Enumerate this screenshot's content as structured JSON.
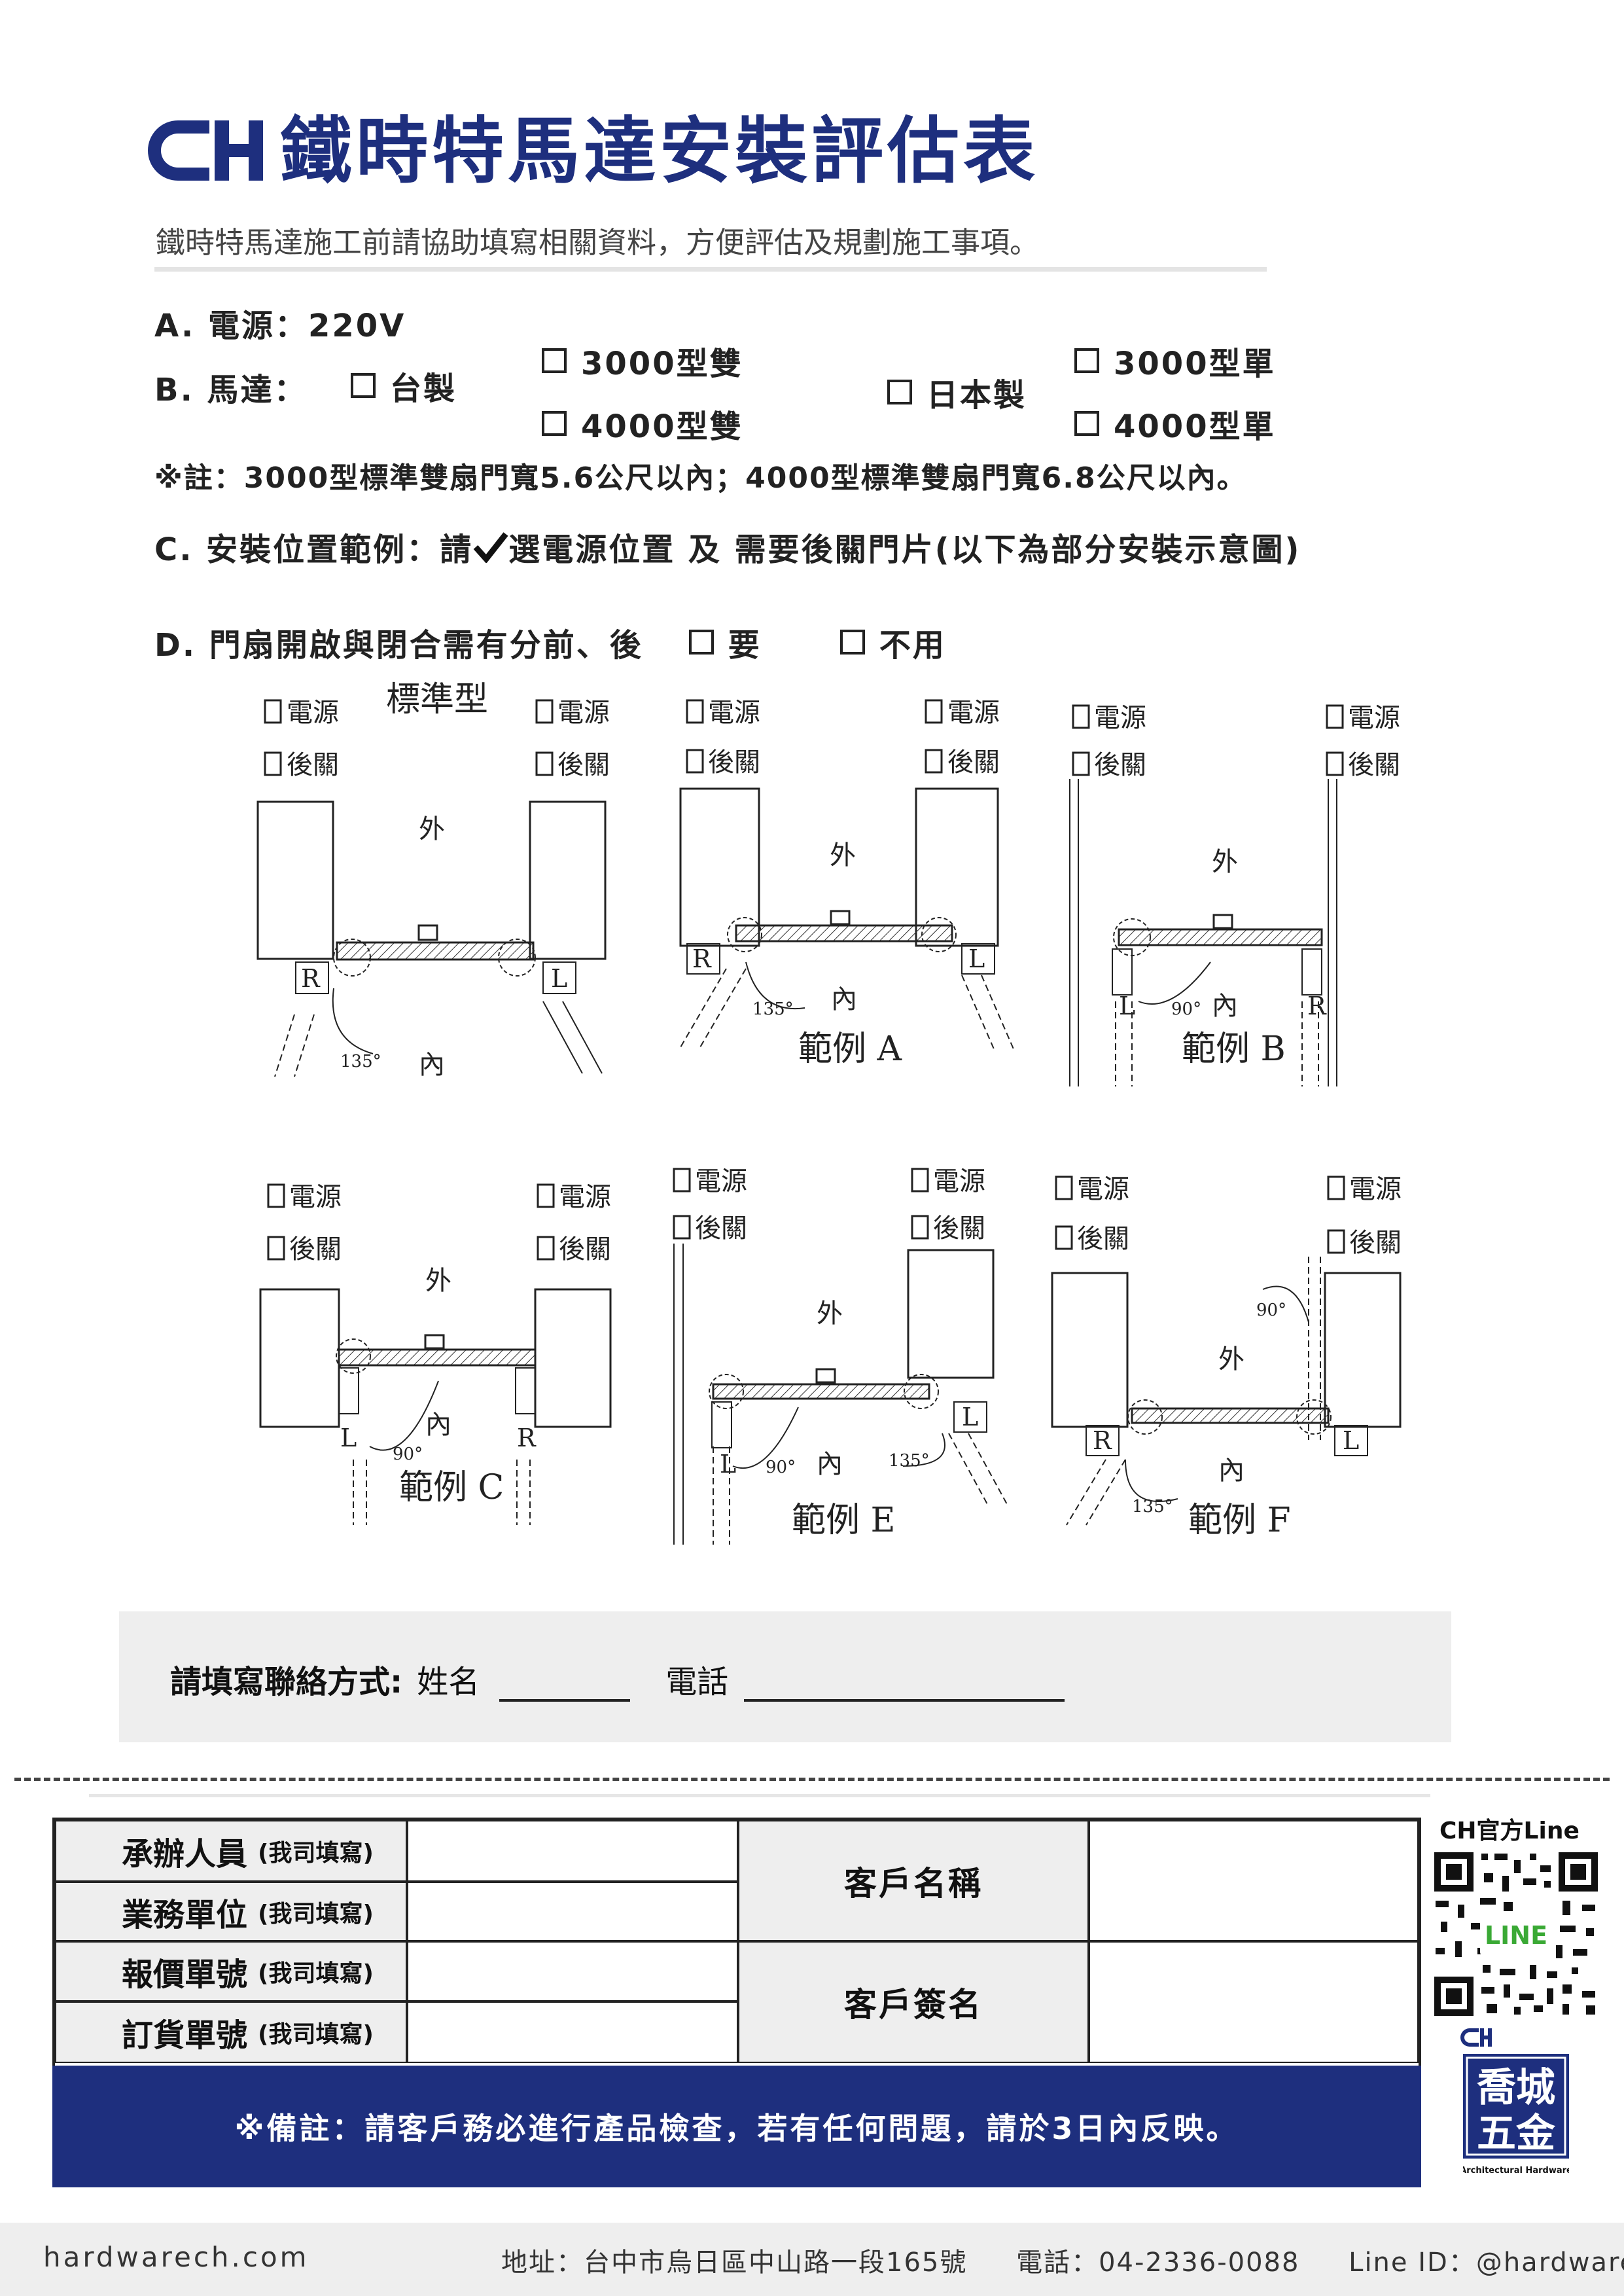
{
  "header": {
    "logo_text": "CH",
    "title": "鐵時特馬達安裝評估表",
    "subtitle": "鐵時特馬達施工前請協助填寫相關資料，方便評估及規劃施工事項。"
  },
  "form": {
    "power": "A. 電源：220V",
    "motor_label": "B. 馬達：",
    "opt_taiwan": "台製",
    "opt_3000_double": "3000型雙",
    "opt_4000_double": "4000型雙",
    "opt_japan": "日本製",
    "opt_3000_single": "3000型單",
    "opt_4000_single": "4000型單",
    "note": "※註：3000型標準雙扇門寬5.6公尺以內；4000型標準雙扇門寬6.8公尺以內。",
    "section_c_a": "C. 安裝位置範例：請",
    "section_c_b": "選電源位置 及 需要後關門片(以下為部分安裝示意圖)",
    "section_d": "D. 門扇開啟與閉合需有分前、後",
    "opt_yes": "要",
    "opt_no": "不用"
  },
  "diagrams": {
    "power": "電源",
    "rear_close": "後關",
    "outside": "外",
    "inside": "內",
    "standard": "標準型",
    "ex_a": "範例 A",
    "ex_b": "範例 B",
    "ex_c": "範例 C",
    "ex_e": "範例 E",
    "ex_f": "範例 F",
    "angle135": "135°",
    "angle90": "90°",
    "r": "R",
    "l": "L"
  },
  "contact": {
    "label": "請填寫聯絡方式:",
    "name": "姓名",
    "phone": "電話"
  },
  "table": {
    "rows": [
      {
        "label": "承辦人員",
        "note": "(我司填寫)"
      },
      {
        "label": "業務單位",
        "note": "(我司填寫)"
      },
      {
        "label": "報價單號",
        "note": "(我司填寫)"
      },
      {
        "label": "訂貨單號",
        "note": "(我司填寫)"
      }
    ],
    "customer_name": "客戶名稱",
    "customer_sign": "客戶簽名",
    "remark": "※備註：請客戶務必進行產品檢查，若有任何問題，請於3日內反映。"
  },
  "sidebar": {
    "qr_title": "CH官方Line",
    "qr_line": "LINE",
    "brand_logo": "CH",
    "brand_l1": "喬城",
    "brand_l2": "五金",
    "brand_sub": "Architectural Hardware"
  },
  "footer": {
    "website": "hardwarech.com",
    "address": "地址：台中市烏日區中山路一段165號",
    "phone": "電話：04-2336-0088",
    "line_id": "Line ID：@hardwarech"
  },
  "colors": {
    "brand": "#1e2f7e",
    "panel": "#eeeeee",
    "line_green": "#3aa935"
  }
}
